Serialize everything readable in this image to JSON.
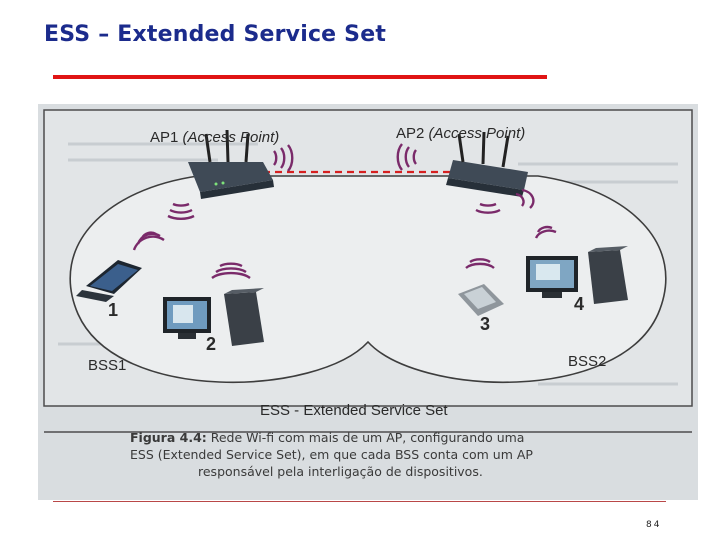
{
  "slide": {
    "title": "ESS – Extended Service Set",
    "page_number": "84"
  },
  "diagram": {
    "ap1_name": "AP1",
    "ap1_desc": "(Access Point)",
    "ap2_name": "AP2",
    "ap2_desc": "(Access Point)",
    "device_1": "1",
    "device_2": "2",
    "device_3": "3",
    "device_4": "4",
    "bss1": "BSS1",
    "bss2": "BSS2",
    "ess_label": "ESS - Extended Service Set",
    "caption_bold": "Figura 4.4:",
    "caption_line1": " Rede Wi-fi com mais de um AP, configurando uma",
    "caption_line2": "ESS (Extended Service Set), em que cada BSS conta com um AP",
    "caption_line3": "responsável pela interligação de dispositivos."
  },
  "colors": {
    "title": "#1b2b8c",
    "title_rule": "#e01414",
    "link_dashed": "#d62020",
    "wifi_waves": "#7a2a6a"
  }
}
